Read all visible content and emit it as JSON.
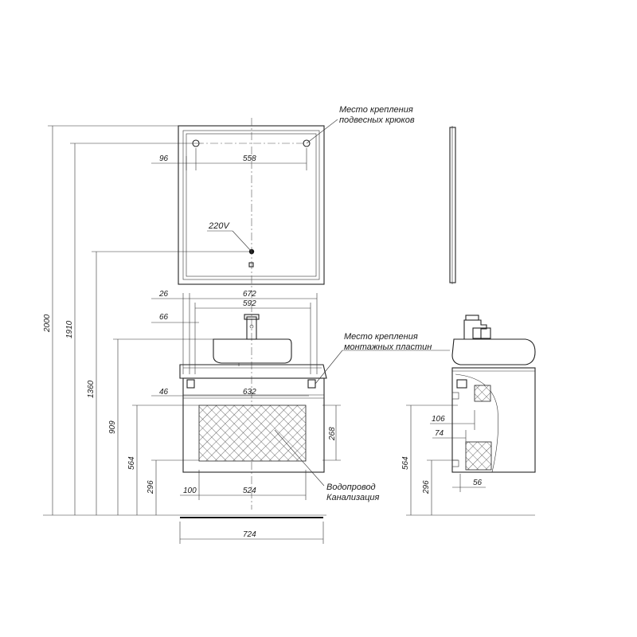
{
  "notes": {
    "hooks": {
      "line1": "Место крепления",
      "line2": "подвесных крюков"
    },
    "plates": {
      "line1": "Место крепления",
      "line2": "монтажных пластин"
    },
    "power": "220V",
    "water": "Водопровод",
    "sewer": "Канализация"
  },
  "dimensions": {
    "front": {
      "hook_offset": "96",
      "hook_spacing": "558",
      "h_2000": "2000",
      "h_1910": "1910",
      "h_1360": "1360",
      "h_909": "909",
      "h_564": "564",
      "h_296": "296",
      "w_26": "26",
      "w_672": "672",
      "w_592": "592",
      "w_66": "66",
      "w_46": "46",
      "w_632": "632",
      "h_268": "268",
      "w_100": "100",
      "w_524": "524",
      "w_724": "724"
    },
    "side": {
      "d_106": "106",
      "d_74": "74",
      "h_564": "564",
      "h_296": "296",
      "d_56": "56"
    }
  }
}
